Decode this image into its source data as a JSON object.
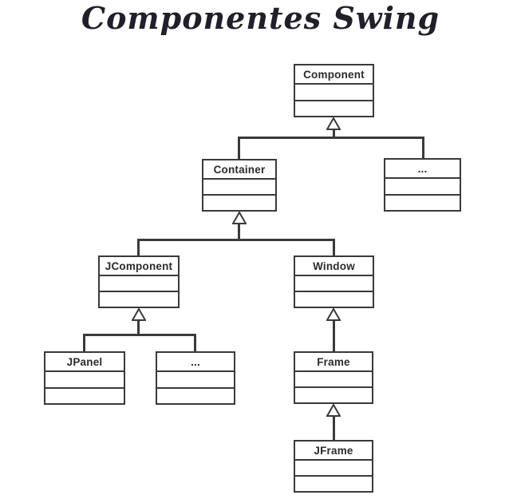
{
  "title": "Componentes Swing",
  "diagram": {
    "type": "uml-class-hierarchy",
    "classes": [
      {
        "id": "component",
        "label": "Component"
      },
      {
        "id": "container",
        "label": "Container"
      },
      {
        "id": "others-top",
        "label": "..."
      },
      {
        "id": "jcomponent",
        "label": "JComponent"
      },
      {
        "id": "window",
        "label": "Window"
      },
      {
        "id": "jpanel",
        "label": "JPanel"
      },
      {
        "id": "others-mid",
        "label": "..."
      },
      {
        "id": "frame",
        "label": "Frame"
      },
      {
        "id": "jframe",
        "label": "JFrame"
      }
    ],
    "relations": [
      {
        "from": "Container",
        "to": "Component",
        "type": "inheritance"
      },
      {
        "from": "...",
        "to": "Component",
        "type": "inheritance"
      },
      {
        "from": "JComponent",
        "to": "Container",
        "type": "inheritance"
      },
      {
        "from": "Window",
        "to": "Container",
        "type": "inheritance"
      },
      {
        "from": "JPanel",
        "to": "JComponent",
        "type": "inheritance"
      },
      {
        "from": "...",
        "to": "JComponent",
        "type": "inheritance"
      },
      {
        "from": "Frame",
        "to": "Window",
        "type": "inheritance"
      },
      {
        "from": "JFrame",
        "to": "Frame",
        "type": "inheritance"
      }
    ],
    "colors": {
      "line": "#3a3a3a",
      "box_fill": "#ffffff",
      "label_text": "#2b2b2b",
      "title_text": "#20202b",
      "background": "#ffffff"
    }
  }
}
